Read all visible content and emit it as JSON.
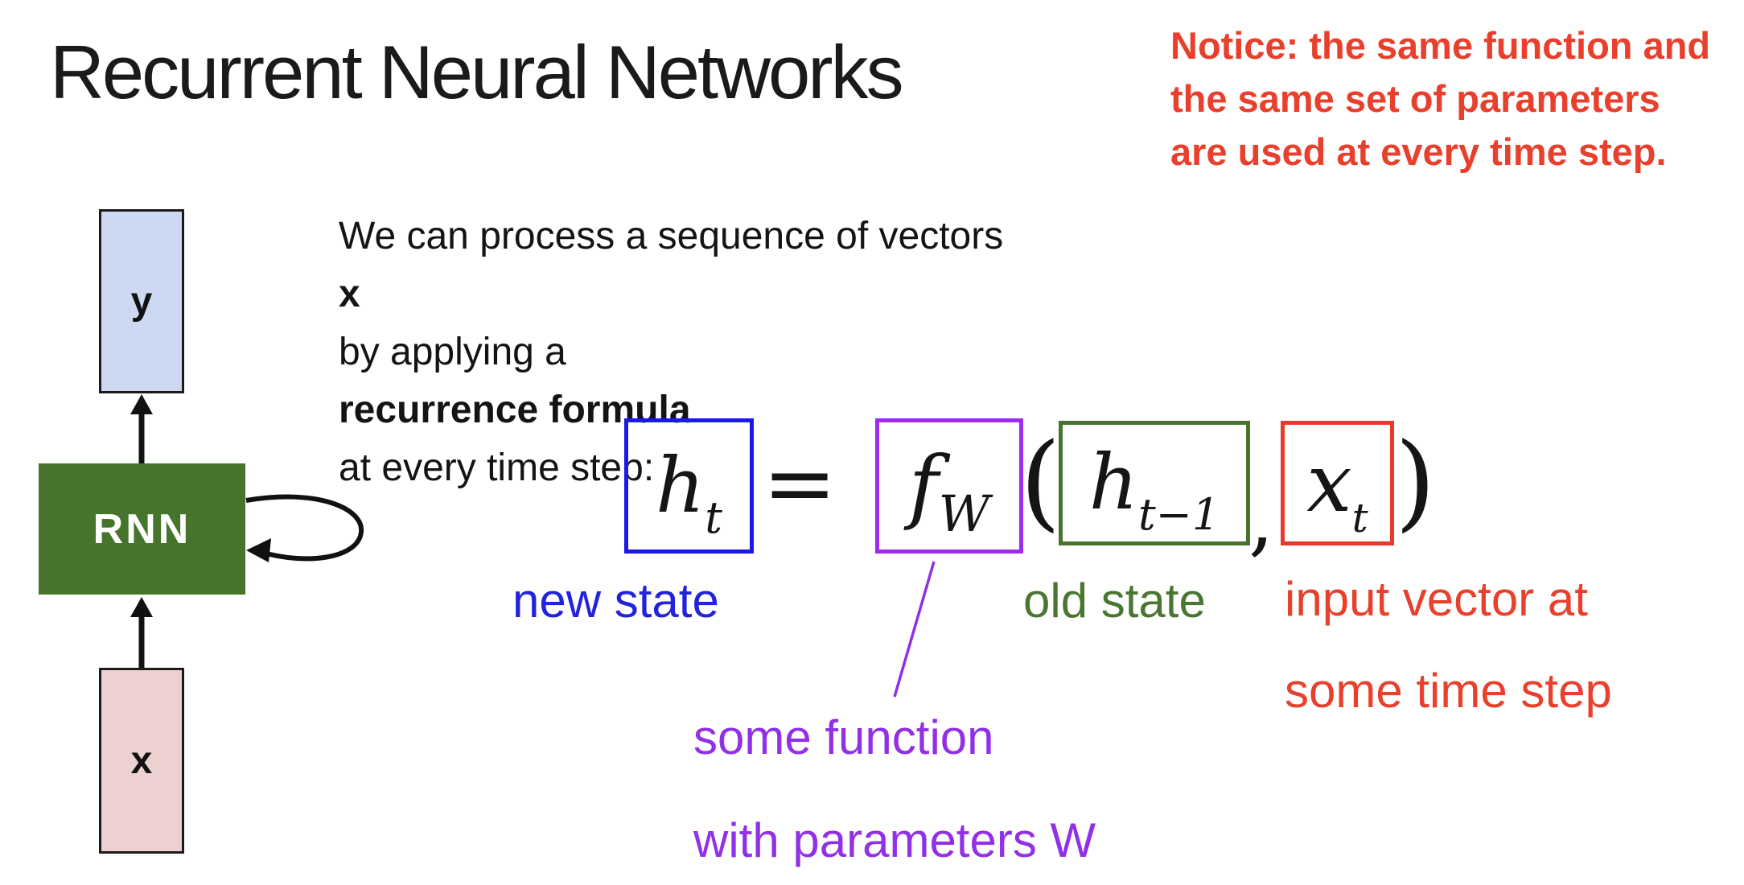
{
  "slide": {
    "title": "Recurrent Neural Networks",
    "notice": {
      "lines": [
        "Notice: the same function and",
        "the same set of parameters",
        "are used at every time step."
      ],
      "color": "#e8402d"
    },
    "body": {
      "line1_pre": "We can process a sequence of vectors ",
      "line1_bold": "x",
      "line1_post": " by applying a",
      "line2_bold": "recurrence formula",
      "line2_post": " at every time step:"
    }
  },
  "colors": {
    "ink": "#1a1a1a",
    "blue_box": "#1b18e8",
    "blue_text": "#2322dc",
    "purple_box": "#9d2bf0",
    "purple_text": "#9130e6",
    "green": "#47742d",
    "green_text": "#4a7631",
    "red_box": "#e73a2a",
    "red_text": "#e8402d"
  },
  "diagram": {
    "y_box": {
      "label": "y",
      "fill": "#cdd9f2"
    },
    "rnn_box": {
      "label": "RNN",
      "fill": "#47742d"
    },
    "x_box": {
      "label": "x",
      "fill": "#ecd1d0"
    }
  },
  "formula": {
    "new_state": {
      "main": "h",
      "sub": "t"
    },
    "equals": "=",
    "function": {
      "main": "f",
      "sub": "W"
    },
    "open_paren": "(",
    "old_state": {
      "main": "h",
      "sub": "t−1"
    },
    "comma": ",",
    "input": {
      "main": "x",
      "sub": "t"
    },
    "close_paren": ")"
  },
  "labels": {
    "new_state": "new state",
    "old_state": "old state",
    "input_line1": "input vector at",
    "input_line2": "some time step",
    "function_line1": "some function",
    "function_line2": "with parameters W"
  }
}
